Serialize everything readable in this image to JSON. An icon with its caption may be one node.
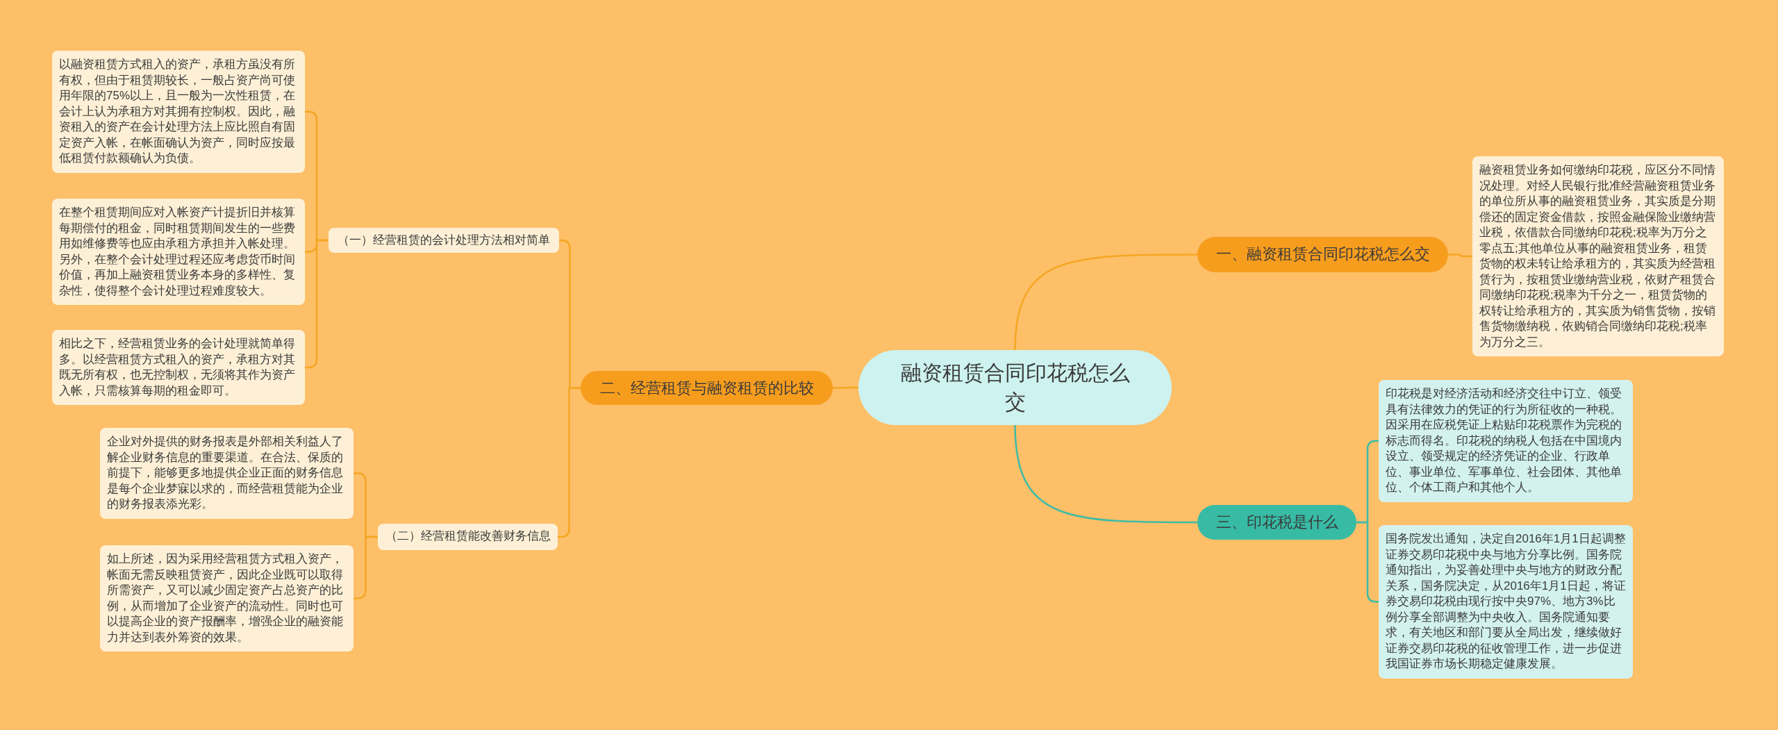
{
  "diagram": {
    "nodes": [
      {
        "text": [
          "融资租赁合同印花税怎么交"
        ]
      },
      {
        "text": [
          "一、融资租赁合同印花税怎么交"
        ]
      },
      {
        "text": [
          "融资租赁业务如何缴纳印花税，应区分不同情况处理。对经人民银行批准经营融资租赁业务的单位所从事的融资租赁业务，其实质是分期偿还的固定资金借款，按照金融保险业缴纳营业税，依借款合同缴纳印花税;税率为万分之零点五;其他单位从事的融资租赁业务，租赁货物的权未转让给承租方的，其实质为经营租赁行为，按租赁业缴纳营业税，依财产租赁合同缴纳印花税;税率为千分之一，租赁货物的权转让给承租方的，其实质为销售货物，按销售货物缴纳税，依购销合同缴纳印花税;税率为万分之三。"
        ]
      },
      {
        "text": [
          "二、经营租赁与融资租赁的比较"
        ]
      },
      {
        "text": [
          "（一）经营租赁的会计处理方法相对简单"
        ]
      },
      {
        "text": [
          "以融资租赁方式租入的资产，承租方虽没有所有权，但由于租赁期较长，一般占资产尚可使用年限的75%以上，且一般为一次性租赁，在会计上认为承租方对其拥有控制权。因此，融资租入的资产在会计处理方法上应比照自有固定资产入帐，在帐面确认为资产，同时应按最低租赁付款额确认为负债。"
        ]
      },
      {
        "text": [
          "在整个租赁期间应对入帐资产计提折旧并核算每期偿付的租金，同时租赁期间发生的一些费用如维修费等也应由承租方承担并入帐处理。另外，在整个会计处理过程还应考虑货币时间价值，再加上融资租赁业务本身的多样性、复杂性，使得整个会计处理过程难度较大。"
        ]
      },
      {
        "text": [
          "相比之下，经营租赁业务的会计处理就简单得多。以经营租赁方式租入的资产，承租方对其既无所有权，也无控制权，无须将其作为资产入帐，只需核算每期的租金即可。"
        ]
      },
      {
        "text": [
          "（二）经营租赁能改善财务信息"
        ]
      },
      {
        "text": [
          "企业对外提供的财务报表是外部相关利益人了解企业财务信息的重要渠道。在合法、保质的前提下，能够更多地提供企业正面的财务信息是每个企业梦寐以求的，而经营租赁能为企业的财务报表添光彩。"
        ]
      },
      {
        "text": [
          "如上所述，因为采用经营租赁方式租入资产，帐面无需反映租赁资产，因此企业既可以取得所需资产，又可以减少固定资产占总资产的比例，从而增加了企业资产的流动性。同时也可以提高企业的资产报酬率，增强企业的融资能力并达到表外筹资的效果。"
        ]
      },
      {
        "text": [
          "三、印花税是什么"
        ]
      },
      {
        "text": [
          "印花税是对经济活动和经济交往中订立、领受具有法律效力的凭证的行为所征收的一种税。因采用在应税凭证上粘贴印花税票作为完税的标志而得名。印花税的纳税人包括在中国境内设立、领受规定的经济凭证的企业、行政单位、事业单位、军事单位、社会团体、其他单位、个体工商户和其他个人。"
        ]
      },
      {
        "text": [
          "国务院发出通知，决定自2016年1月1日起调整证券交易印花税中央与地方分享比例。国务院通知指出，为妥善处理中央与地方的财政分配关系，国务院决定，从2016年1月1日起，将证券交易印花税由现行按中央97%、地方3%比例分享全部调整为中央收入。国务院通知要求，有关地区和部门要从全局出发，继续做好证券交易印花税的征收管理工作，进一步促进我国证券市场长期稳定健康发展。"
        ]
      }
    ],
    "edges": [
      {
        "from": 0,
        "to": 1,
        "arrow": "none"
      },
      {
        "from": 1,
        "to": 2,
        "arrow": "none"
      },
      {
        "from": 0,
        "to": 3,
        "arrow": "none"
      },
      {
        "from": 3,
        "to": 4,
        "arrow": "none"
      },
      {
        "from": 4,
        "to": 5,
        "arrow": "none"
      },
      {
        "from": 4,
        "to": 6,
        "arrow": "none"
      },
      {
        "from": 4,
        "to": 7,
        "arrow": "none"
      },
      {
        "from": 3,
        "to": 8,
        "arrow": "none"
      },
      {
        "from": 8,
        "to": 9,
        "arrow": "none"
      },
      {
        "from": 8,
        "to": 10,
        "arrow": "none"
      },
      {
        "from": 0,
        "to": 11,
        "arrow": "none",
        "color": "#3dbca6"
      },
      {
        "from": 11,
        "to": 12,
        "arrow": "none",
        "color": "#3dbca6"
      },
      {
        "from": 11,
        "to": 13,
        "arrow": "none",
        "color": "#3dbca6"
      }
    ]
  }
}
